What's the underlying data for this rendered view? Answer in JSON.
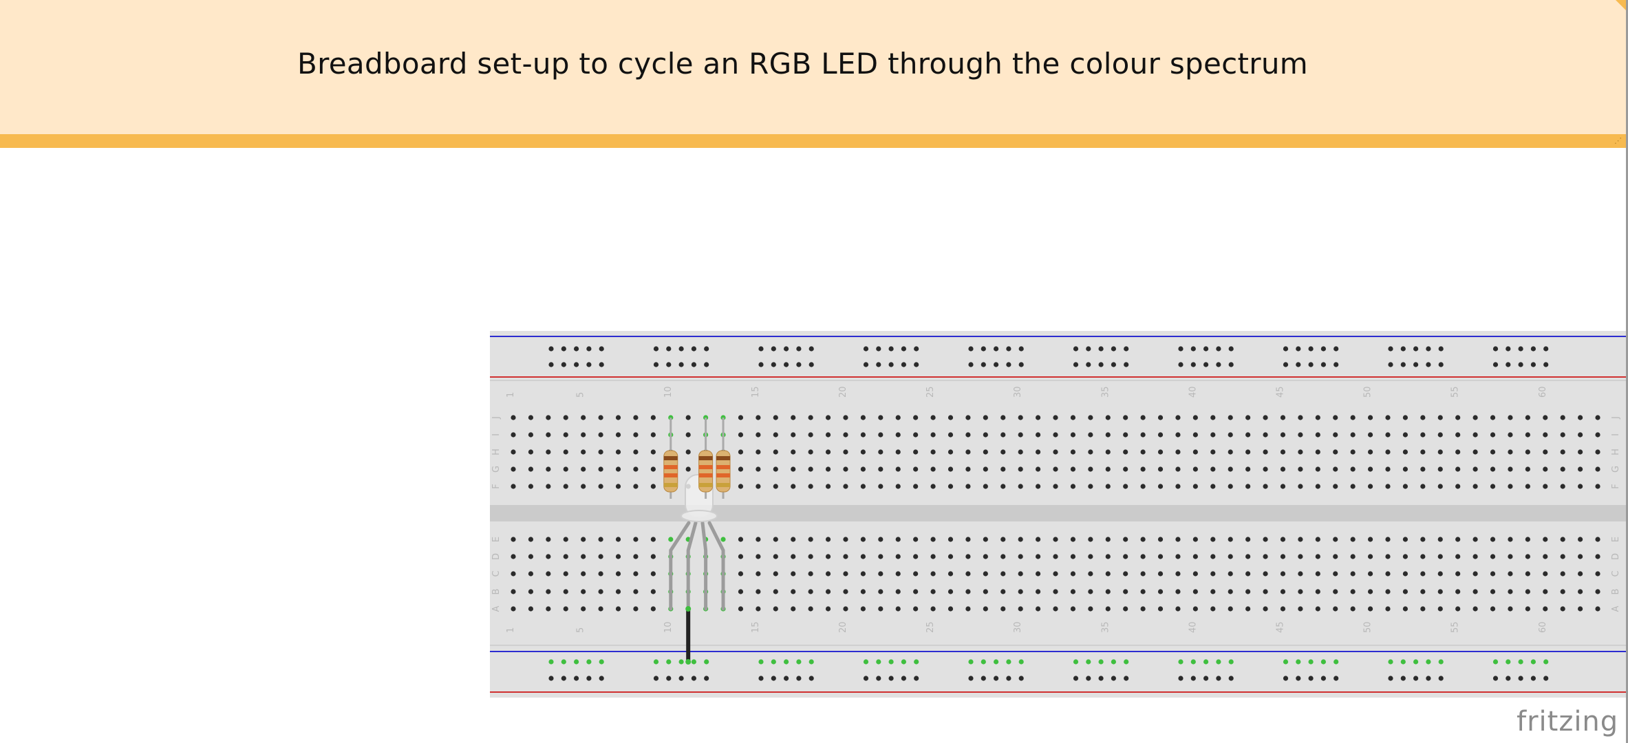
{
  "note": {
    "title": "Breadboard set-up to cycle an RGB LED through the colour spectrum"
  },
  "breadboard": {
    "column_numbers": [
      "1",
      "5",
      "10",
      "15",
      "20",
      "25",
      "30",
      "35",
      "40",
      "45",
      "50",
      "55",
      "60"
    ],
    "top_row_letters": [
      "J",
      "I",
      "H",
      "G",
      "F"
    ],
    "bottom_row_letters": [
      "E",
      "D",
      "C",
      "B",
      "A"
    ],
    "colors": {
      "board": "#e1e1e1",
      "center_channel": "#cbcbcb",
      "hole": "#2b2b2b",
      "connected_hole": "#3fbf3f",
      "blue_rail_line": "#2c2cd0",
      "red_rail_line": "#d03030",
      "resistor_body": "#dcb271",
      "led_leg": "#9c9c9c",
      "jumper_wire": "#222222"
    }
  },
  "components": [
    {
      "type": "resistor",
      "column": 10
    },
    {
      "type": "resistor",
      "column": 12
    },
    {
      "type": "resistor",
      "column": 13
    },
    {
      "type": "rgb-led",
      "columns": [
        10,
        11,
        12,
        13
      ]
    },
    {
      "type": "jumper-wire",
      "from": "column 11 row A",
      "to": "ground rail"
    }
  ],
  "brand": "fritzing"
}
